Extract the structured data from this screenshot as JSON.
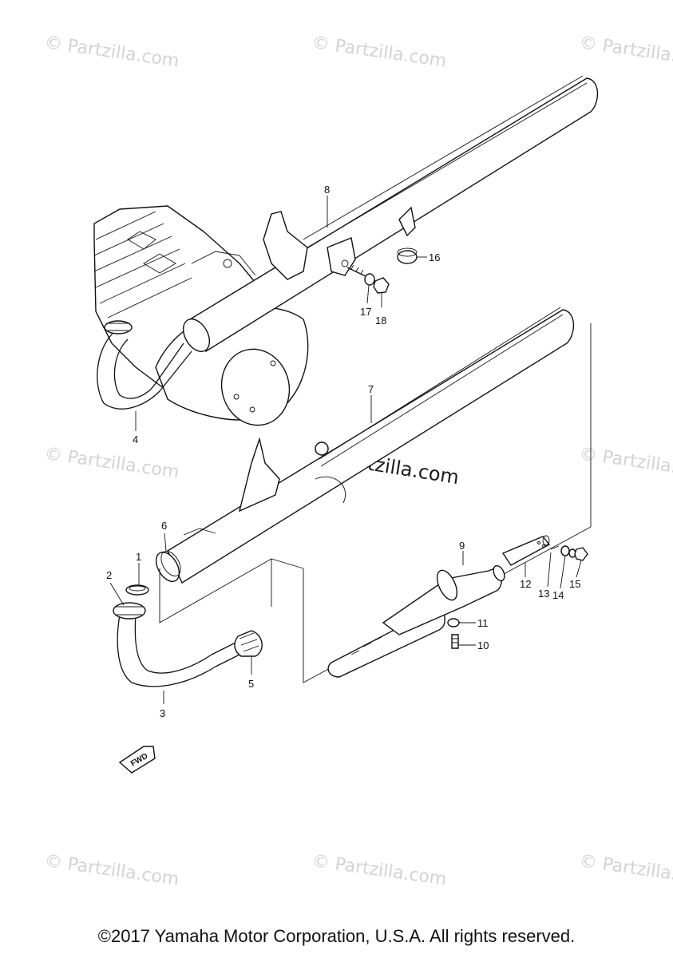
{
  "watermark": {
    "text": "© Partzilla.com",
    "center_text": "partzilla.com"
  },
  "callouts": {
    "c1": "1",
    "c2": "2",
    "c3": "3",
    "c4": "4",
    "c5": "5",
    "c6": "6",
    "c7": "7",
    "c8": "8",
    "c9": "9",
    "c10": "10",
    "c11": "11",
    "c12": "12",
    "c13": "13",
    "c14": "14",
    "c15": "15",
    "c16": "16",
    "c17": "17",
    "c18": "18"
  },
  "fwd_label": "FWD",
  "copyright": "©2017 Yamaha Motor Corporation, U.S.A. All rights reserved."
}
